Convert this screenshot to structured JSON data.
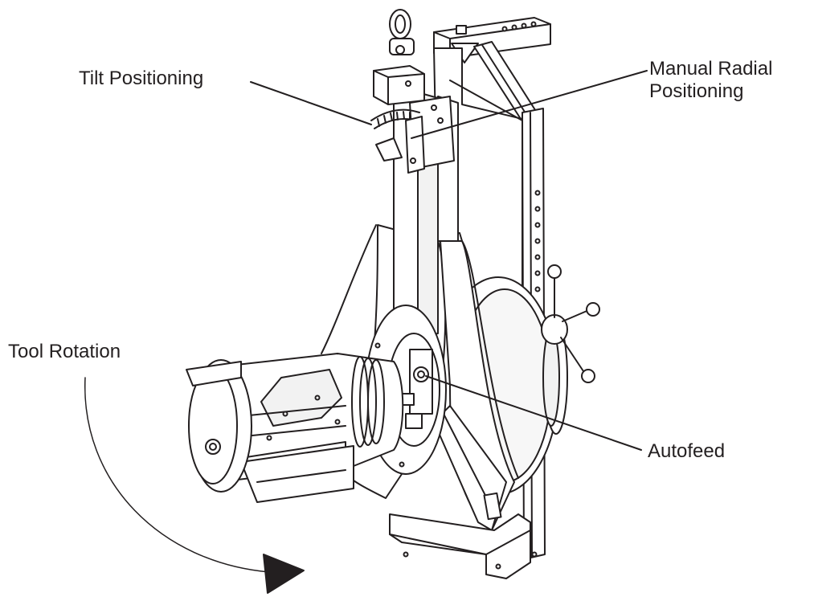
{
  "labels": {
    "tilt": "Tilt Positioning",
    "manual_radial_line1": "Manual Radial",
    "manual_radial_line2": "Positioning",
    "tool_rotation": "Tool Rotation",
    "autofeed": "Autofeed"
  },
  "colors": {
    "ink": "#231f20",
    "body_shade": "#f2f2f2",
    "background": "#ffffff"
  }
}
